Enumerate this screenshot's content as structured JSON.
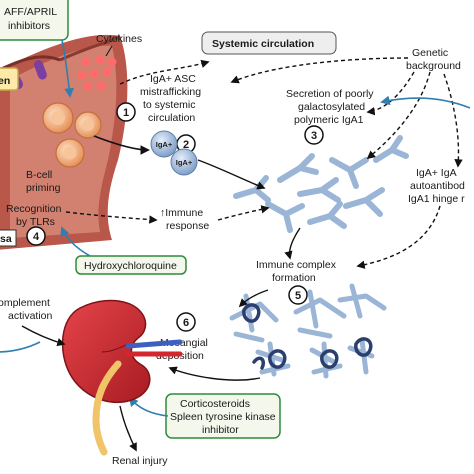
{
  "colors": {
    "accent_border": "#2e8b3a",
    "accent_fill": "#f3f7ec",
    "mucosa_tissue": "#b8574a",
    "bead_red": "#ff6a6a",
    "bcell": "#f3b07a",
    "iga_blue": "#9ab5d6",
    "kidney_red": "#c0262c",
    "ureter_yellow": "#f1c46a",
    "arrow_blue": "#2f7fb0"
  },
  "labels": {
    "aff_april_1": "AFF/APRIL",
    "aff_april_2": "inhibitors",
    "cytokines": "Cytokines",
    "en_fragment": "en",
    "bcell_priming_1": "B-cell",
    "bcell_priming_2": "priming",
    "recognition_1": "Recognition",
    "recognition_2": "by TLRs",
    "sa_fragment": "sa",
    "hydroxychloroquine": "Hydroxychloroquine",
    "systemic_circulation": "Systemic circulation",
    "genetic_1": "Genetic",
    "genetic_2": "background",
    "iga_asc_1": "IgA+ ASC",
    "iga_asc_2": "mistrafficking",
    "iga_asc_3": "to systemic",
    "iga_asc_4": "circulation",
    "secretion_1": "Secretion of poorly",
    "secretion_2": "galactosylated",
    "secretion_3": "polymeric IgA1",
    "autoantibody_1": "IgA+ IgA",
    "autoantibody_2": "autoantibod",
    "autoantibody_3": "IgA1 hinge r",
    "immune_response_1": "↑Immune",
    "immune_response_2": "response",
    "immune_complex_1": "Immune complex",
    "immune_complex_2": "formation",
    "complement_1": "omplement",
    "complement_2": "activation",
    "mesangial_1": "Mesangial",
    "mesangial_2": "deposition",
    "cortico_1": "Corticosteroids",
    "cortico_2": "Spleen tyrosine kinase",
    "cortico_3": "inhibitor",
    "renal_injury": "Renal injury",
    "iga_cell": "IgA+"
  },
  "steps": [
    "1",
    "2",
    "3",
    "4",
    "5",
    "6"
  ]
}
